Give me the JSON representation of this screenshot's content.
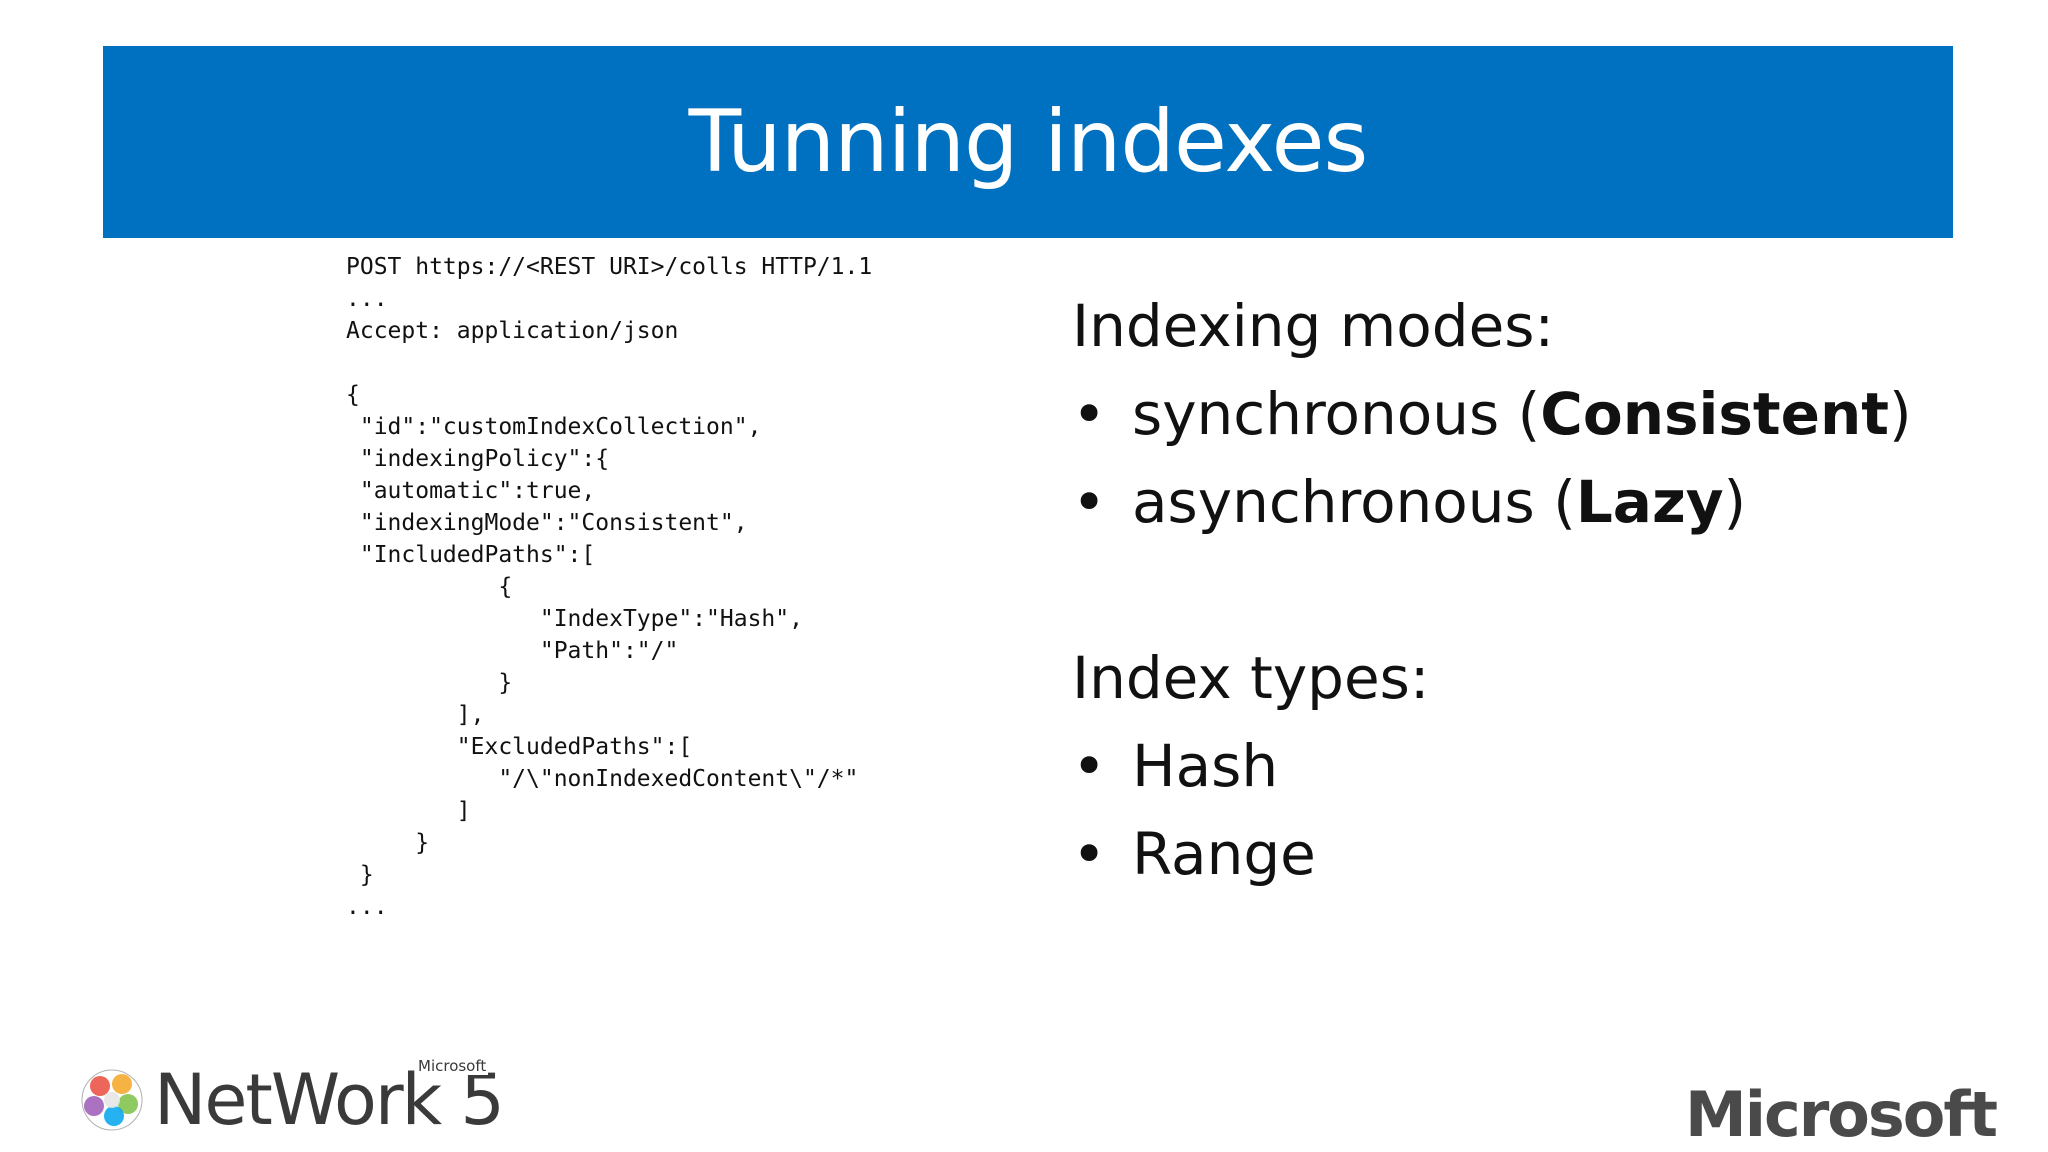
{
  "slide": {
    "title": "Tunning indexes"
  },
  "code": {
    "lines": [
      "POST https://<REST URI>/colls HTTP/1.1",
      "...",
      "Accept: application/json",
      "{",
      " \"id\":\"customIndexCollection\",",
      " \"indexingPolicy\":{",
      " \"automatic\":true,",
      " \"indexingMode\":\"Consistent\",",
      " \"IncludedPaths\":[",
      "           {",
      "              \"IndexType\":\"Hash\",",
      "              \"Path\":\"/\"",
      "           }",
      "        ],",
      "        \"ExcludedPaths\":[",
      "           \"/\\\"nonIndexedContent\\\"/*\"",
      "        ]",
      "     }",
      " }",
      "..."
    ]
  },
  "modes": {
    "heading": "Indexing modes:",
    "items": [
      {
        "prefix": "synchronous (",
        "bold": "Consistent",
        "suffix": ")"
      },
      {
        "prefix": "asynchronous (",
        "bold": "Lazy",
        "suffix": ")"
      }
    ]
  },
  "types": {
    "heading": "Index types:",
    "items": [
      "Hash",
      "Range"
    ]
  },
  "bullet": "•",
  "branding": {
    "left_logo_text": "NetWork 5",
    "left_logo_small": "Microsoft",
    "right_logo_text": "Microsoft"
  },
  "colors": {
    "title_bar": "#0070c0",
    "title_text": "#ffffff"
  }
}
